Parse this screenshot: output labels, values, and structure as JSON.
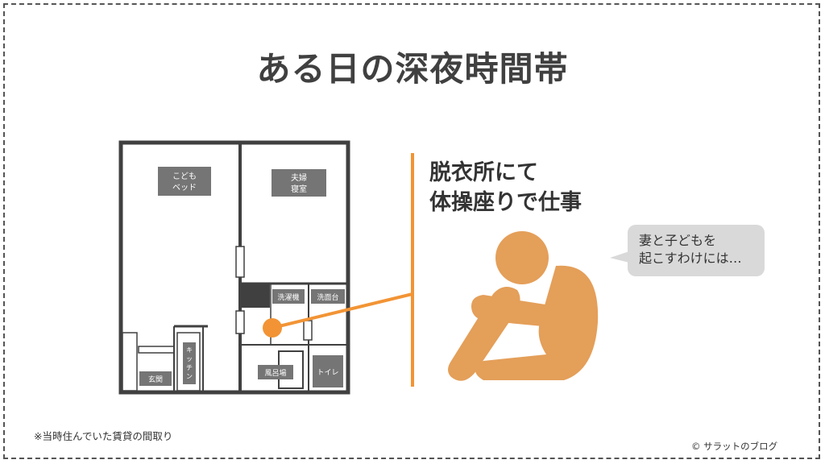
{
  "title": "ある日の深夜時間帯",
  "floor_plan": {
    "rooms": {
      "kids_bed": [
        "こども",
        "ベッド"
      ],
      "master_bedroom": [
        "夫婦",
        "寝室"
      ],
      "washing_machine": "洗濯機",
      "washbasin": "洗面台",
      "entrance": "玄関",
      "kitchen": [
        "キ",
        "ッ",
        "チ",
        "ン"
      ],
      "bath": "風呂場",
      "toilet": "トイレ"
    }
  },
  "caption": {
    "line1": "脱衣所にて",
    "line2": "体操座りで仕事"
  },
  "speech_bubble": {
    "line1": "妻と子どもを",
    "line2": "起こすわけには…"
  },
  "footnote": "※当時住んでいた賃貸の間取り",
  "copyright": "© サラットのブログ",
  "colors": {
    "figure": "#e49f59",
    "marker": "#f29435",
    "pointer_line": "#f29435",
    "walls": "#404040",
    "room_label_bg": "#757575",
    "bubble_bg": "#d9d9d9"
  },
  "icons": [
    "person-sitting-hugging-knees-icon",
    "location-marker-icon"
  ]
}
